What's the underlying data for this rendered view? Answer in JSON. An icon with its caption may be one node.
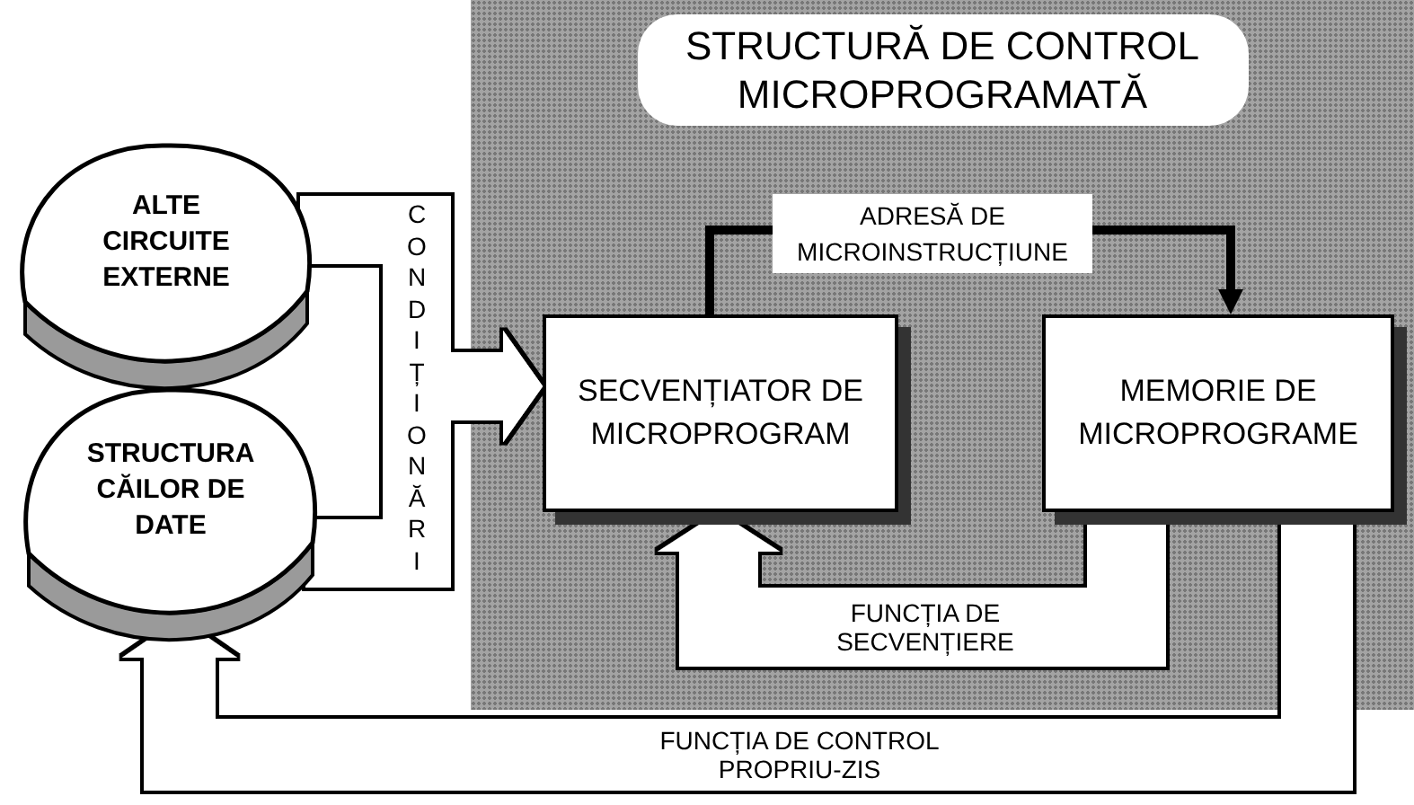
{
  "diagram": {
    "nodes": [
      {
        "text": [
          "STRUCTURĂ DE CONTROL MICROPROGRAMATĂ"
        ]
      },
      {
        "text": [
          "ALTE CIRCUITE EXTERNE"
        ]
      },
      {
        "text": [
          "STRUCTURA CĂILOR DE DATE"
        ]
      },
      {
        "text": [
          "SECVENȚIATOR DE MICROPROGRAM"
        ],
        "in": 0
      },
      {
        "text": [
          "MEMORIE DE MICROPROGRAME"
        ],
        "in": 0
      }
    ],
    "edges": [
      {
        "from": 1,
        "to": 3,
        "arrow": "to",
        "label": "CONDIȚIONĂRI"
      },
      {
        "from": 2,
        "to": 3,
        "arrow": "to"
      },
      {
        "from": 3,
        "to": 4,
        "arrow": "to",
        "color": "#000000",
        "label": "ADRESĂ DE MICROINSTRUCȚIUNE"
      },
      {
        "from": 4,
        "to": 3,
        "arrow": "to",
        "label": "FUNCȚIA DE SECVENȚIERE"
      },
      {
        "from": 4,
        "to": 2,
        "arrow": "to",
        "label": "FUNCȚIA DE CONTROL PROPRIU-ZIS"
      }
    ]
  }
}
